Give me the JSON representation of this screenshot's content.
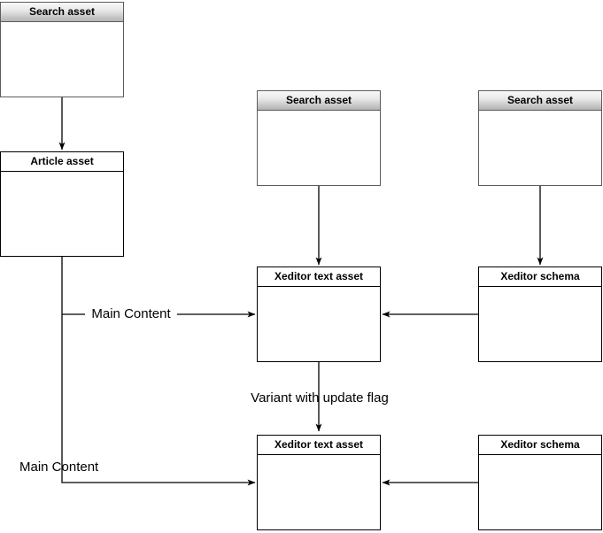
{
  "diagram": {
    "nodes": [
      {
        "id": "search-asset-1",
        "title": "Search asset",
        "style": "gradient"
      },
      {
        "id": "article-asset",
        "title": "Article asset",
        "style": "plain"
      },
      {
        "id": "search-asset-2",
        "title": "Search asset",
        "style": "gradient"
      },
      {
        "id": "search-asset-3",
        "title": "Search asset",
        "style": "gradient"
      },
      {
        "id": "xeditor-text-asset-1",
        "title": "Xeditor text asset",
        "style": "plain"
      },
      {
        "id": "xeditor-schema-1",
        "title": "Xeditor schema",
        "style": "plain"
      },
      {
        "id": "xeditor-text-asset-2",
        "title": "Xeditor text asset",
        "style": "plain"
      },
      {
        "id": "xeditor-schema-2",
        "title": "Xeditor schema",
        "style": "plain"
      }
    ],
    "edges": [
      {
        "from": "search-asset-1",
        "to": "article-asset",
        "label": ""
      },
      {
        "from": "search-asset-2",
        "to": "xeditor-text-asset-1",
        "label": ""
      },
      {
        "from": "search-asset-3",
        "to": "xeditor-schema-1",
        "label": ""
      },
      {
        "from": "article-asset",
        "to": "xeditor-text-asset-1",
        "label": "Main Content"
      },
      {
        "from": "article-asset",
        "to": "xeditor-text-asset-2",
        "label": "Main Content"
      },
      {
        "from": "xeditor-schema-1",
        "to": "xeditor-text-asset-1",
        "label": ""
      },
      {
        "from": "xeditor-text-asset-1",
        "to": "xeditor-text-asset-2",
        "label": "Variant with update flag"
      },
      {
        "from": "xeditor-schema-2",
        "to": "xeditor-text-asset-2",
        "label": ""
      }
    ],
    "colors": {
      "line": "#000000",
      "plain_border": "#000000",
      "gradient_border": "#5c5c5c",
      "gradient_top": "#f9f9f9",
      "gradient_bottom": "#b3b3b3",
      "background": "#ffffff"
    }
  }
}
